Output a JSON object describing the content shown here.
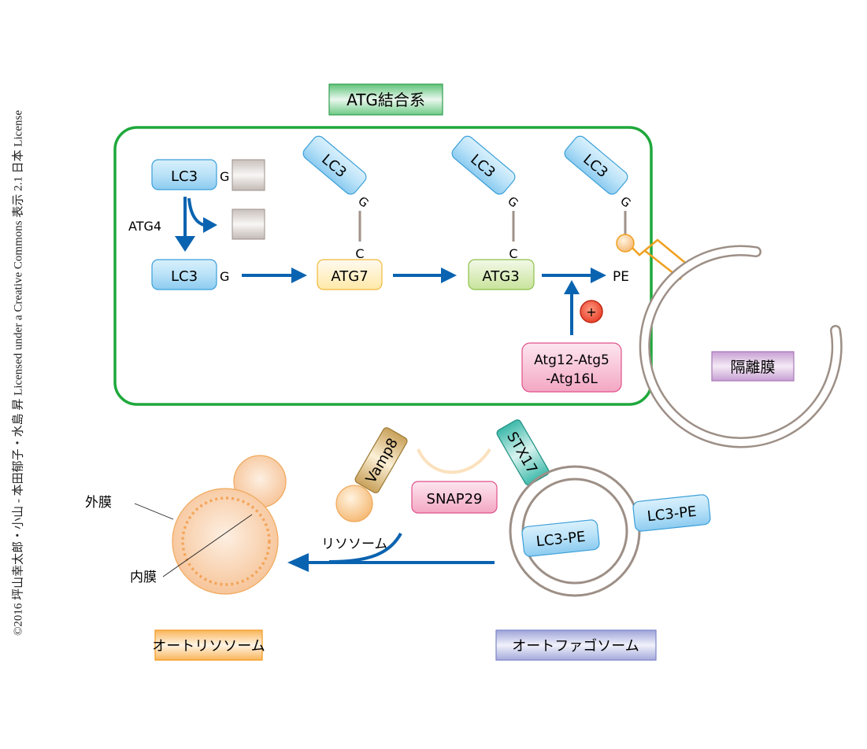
{
  "copyright": "©2016 坪山幸太郎・小山 - 本田郁子・水島 昇 Licensed under a Creative Commons 表示 2.1 日本 License",
  "conjugation_system": {
    "title": "ATG結合系",
    "lc3_precursor": {
      "label": "LC3",
      "residue": "G"
    },
    "atg4_label": "ATG4",
    "lc3_processed": {
      "label": "LC3",
      "residue": "G"
    },
    "atg7": {
      "label": "ATG7",
      "cys": "C",
      "lc3": "LC3",
      "gly": "G"
    },
    "atg3": {
      "label": "ATG3",
      "cys": "C",
      "lc3": "LC3",
      "gly": "G"
    },
    "pe_complex": {
      "lc3": "LC3",
      "gly": "G",
      "pe_label": "PE"
    },
    "enhancer": {
      "symbol": "+",
      "label_line1": "Atg12-Atg5",
      "label_line2": "-Atg16L"
    }
  },
  "isolation_membrane": {
    "label": "隔離膜"
  },
  "fusion": {
    "vamp8": "Vamp8",
    "stx17": "STX17",
    "snap29": "SNAP29",
    "lysosome_label": "リソソーム"
  },
  "autophagosome": {
    "label": "オートファゴソーム",
    "lc3pe_inner": "LC3-PE",
    "lc3pe_outer": "LC3-PE"
  },
  "autolysosome": {
    "label": "オートリソソーム",
    "outer_membrane_label": "外膜",
    "inner_membrane_label": "内膜"
  },
  "colors": {
    "arrow_blue": "#0a63b0",
    "system_border_green": "#1fa83c",
    "lc3_blue": "#9fd3f2",
    "atg7_yellow": "#fff0b8",
    "atg3_green": "#d7ecb0",
    "pink": "#f7b9cf",
    "membrane_gray": "#9d8f86",
    "orange": "#f3a94a",
    "purple": "#d9b8e0",
    "lavender": "#c3c6e8"
  }
}
